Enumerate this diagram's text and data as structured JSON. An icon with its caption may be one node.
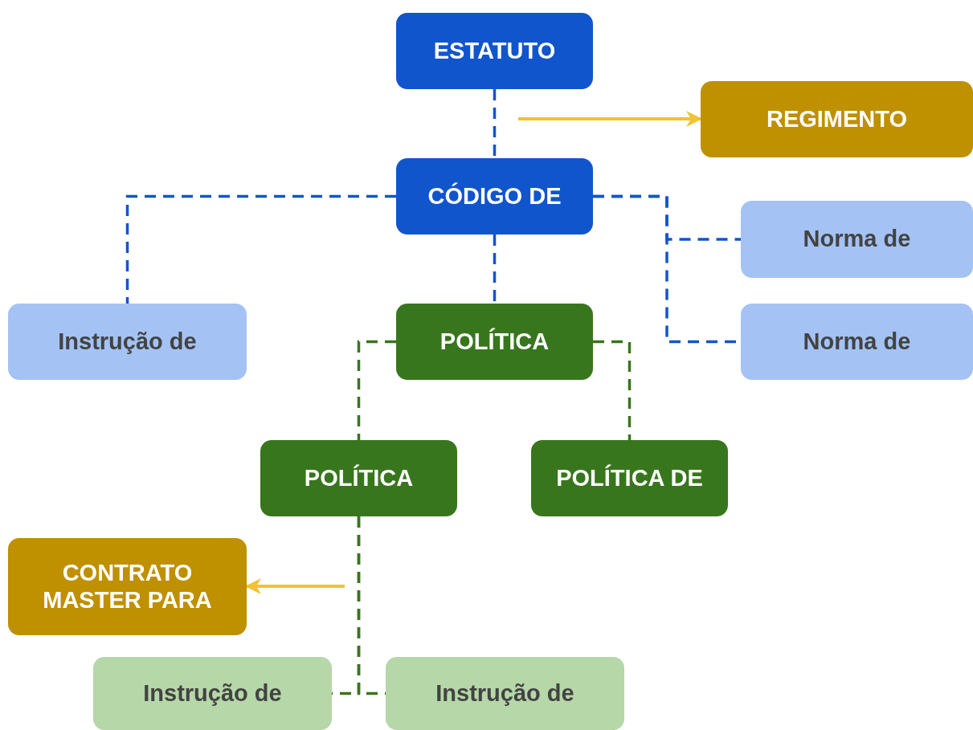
{
  "diagram": {
    "nodes": [
      {
        "text": [
          "ESTATUTO"
        ]
      },
      {
        "text": [
          "REGIMENTO"
        ]
      },
      {
        "text": [
          "CÓDIGO DE"
        ]
      },
      {
        "text": [
          "Norma de"
        ]
      },
      {
        "text": [
          "Instrução de"
        ]
      },
      {
        "text": [
          "POLÍTICA"
        ]
      },
      {
        "text": [
          "Norma de"
        ]
      },
      {
        "text": [
          "POLÍTICA"
        ]
      },
      {
        "text": [
          "POLÍTICA DE"
        ]
      },
      {
        "text": [
          "CONTRATO MASTER PARA"
        ]
      },
      {
        "text": [
          "Instrução de"
        ]
      },
      {
        "text": [
          "Instrução de"
        ]
      }
    ],
    "edges": [
      {
        "from": 0,
        "to": 2,
        "arrow": "none",
        "style": "dashed"
      },
      {
        "from": null,
        "to": 1,
        "arrow": "to",
        "color": "#f1c232"
      },
      {
        "from": 2,
        "to": 4,
        "arrow": "none",
        "style": "dashed"
      },
      {
        "from": 2,
        "to": 3,
        "arrow": "none",
        "style": "dashed"
      },
      {
        "from": 2,
        "to": 6,
        "arrow": "none",
        "style": "dashed"
      },
      {
        "from": 2,
        "to": 5,
        "arrow": "none",
        "style": "dashed"
      },
      {
        "from": 5,
        "to": 7,
        "arrow": "none",
        "style": "dashed",
        "color": "#38761d"
      },
      {
        "from": 5,
        "to": 8,
        "arrow": "none",
        "style": "dashed",
        "color": "#38761d"
      },
      {
        "from": 7,
        "to": 10,
        "arrow": "none",
        "style": "dashed",
        "color": "#38761d"
      },
      {
        "from": 7,
        "to": 11,
        "arrow": "none",
        "style": "dashed",
        "color": "#38761d"
      },
      {
        "from": null,
        "to": 9,
        "arrow": "to",
        "color": "#f1c232"
      }
    ]
  }
}
